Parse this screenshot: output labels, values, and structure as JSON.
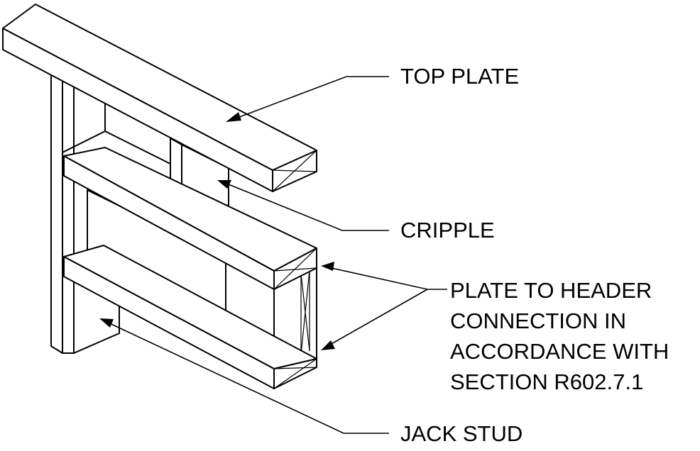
{
  "labels": {
    "top_plate": "TOP PLATE",
    "cripple": "CRIPPLE",
    "connection_line1": "PLATE TO HEADER",
    "connection_line2": "CONNECTION IN",
    "connection_line3": "ACCORDANCE WITH",
    "connection_line4": "SECTION R602.7.1",
    "jack_stud": "JACK STUD"
  }
}
